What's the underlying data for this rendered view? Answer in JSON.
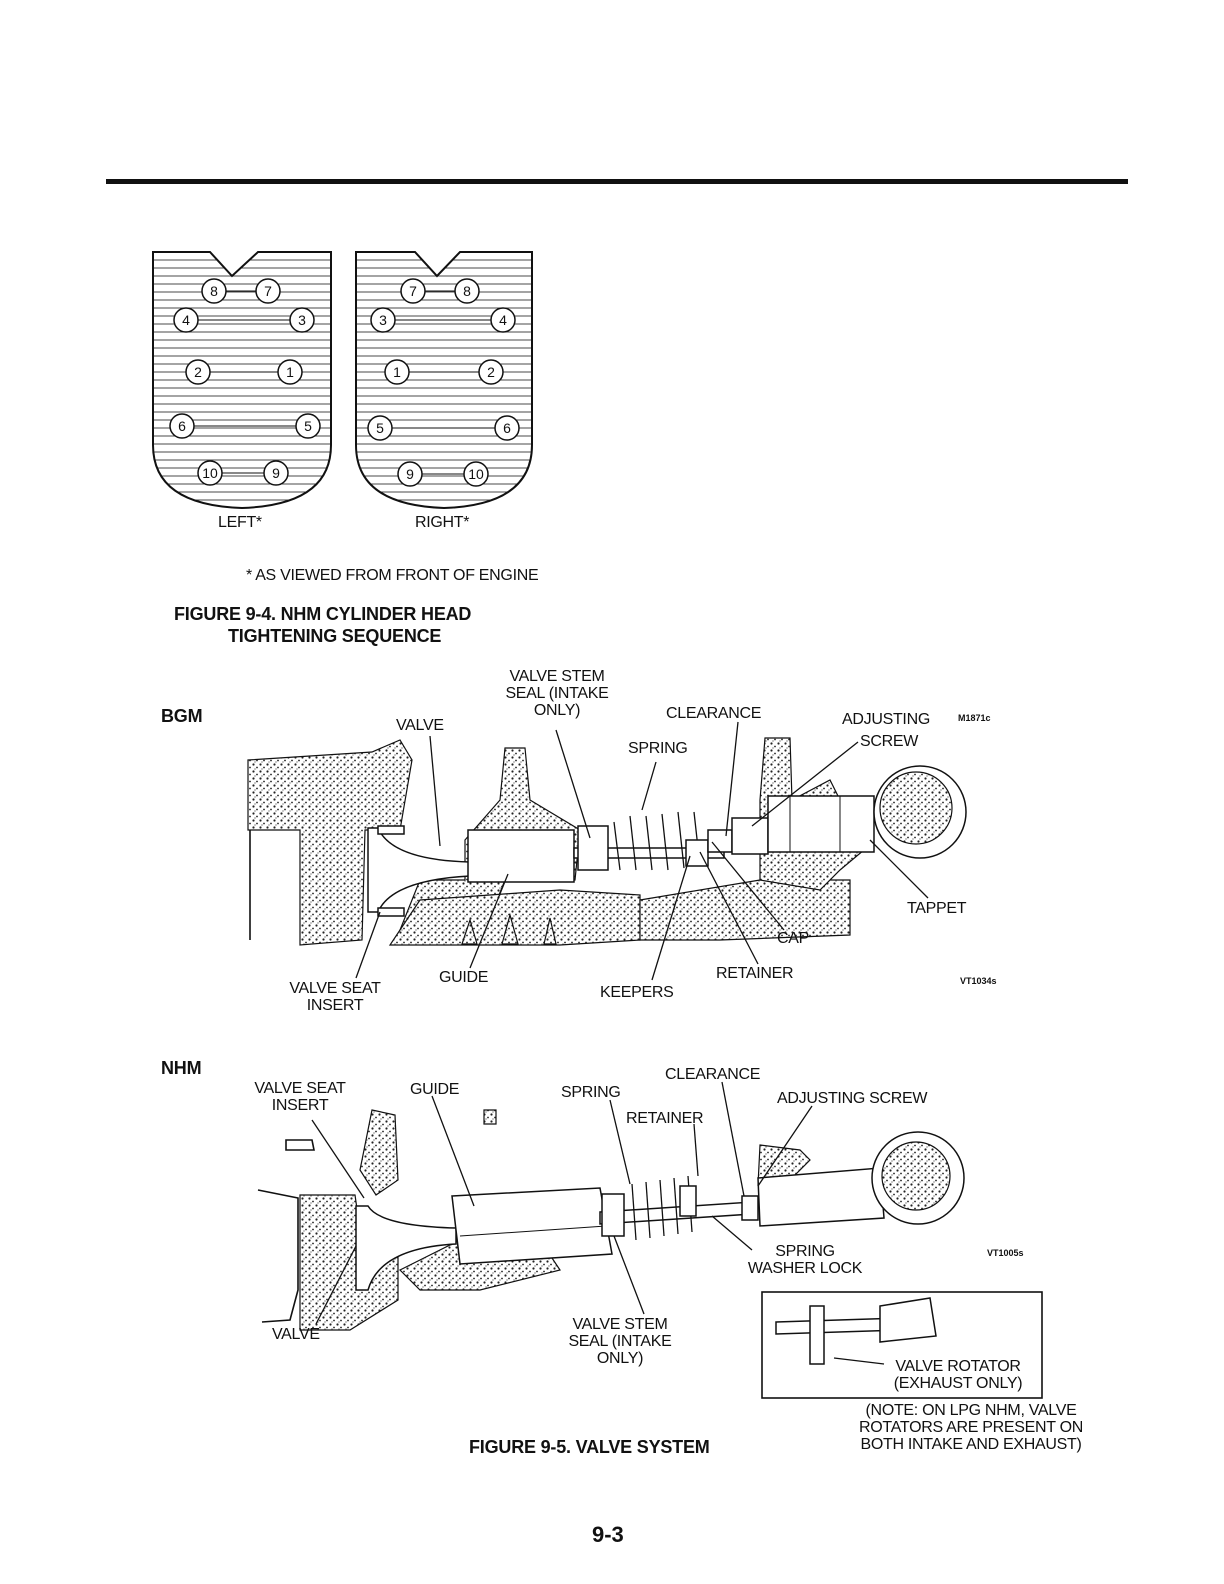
{
  "figure_9_4": {
    "left_label": "LEFT*",
    "right_label": "RIGHT*",
    "footnote": "* AS VIEWED FROM FRONT OF ENGINE",
    "caption_line1": "FIGURE 9-4.  NHM CYLINDER HEAD",
    "caption_line2": "TIGHTENING SEQUENCE",
    "left_bolts": [
      "8",
      "7",
      "4",
      "3",
      "2",
      "1",
      "6",
      "5",
      "10",
      "9"
    ],
    "right_bolts": [
      "7",
      "8",
      "3",
      "4",
      "1",
      "2",
      "5",
      "6",
      "9",
      "10"
    ]
  },
  "bgm": {
    "heading": "BGM",
    "code_top": "M1871c",
    "code_bottom": "VT1034s",
    "labels": {
      "valve": "VALVE",
      "valve_stem_seal_1": "VALVE STEM",
      "valve_stem_seal_2": "SEAL (INTAKE",
      "valve_stem_seal_3": "ONLY)",
      "spring": "SPRING",
      "clearance": "CLEARANCE",
      "adjusting_1": "ADJUSTING",
      "adjusting_2": "SCREW",
      "tappet": "TAPPET",
      "cap": "CAP",
      "retainer": "RETAINER",
      "keepers": "KEEPERS",
      "guide": "GUIDE",
      "valve_seat_1": "VALVE SEAT",
      "valve_seat_2": "INSERT"
    }
  },
  "nhm": {
    "heading": "NHM",
    "code": "VT1005s",
    "labels": {
      "valve_seat_1": "VALVE SEAT",
      "valve_seat_2": "INSERT",
      "guide": "GUIDE",
      "spring": "SPRING",
      "retainer": "RETAINER",
      "clearance": "CLEARANCE",
      "adjusting_screw": "ADJUSTING SCREW",
      "spring_washer_1": "SPRING",
      "spring_washer_2": "WASHER LOCK",
      "valve": "VALVE",
      "valve_stem_seal_1": "VALVE STEM",
      "valve_stem_seal_2": "SEAL (INTAKE",
      "valve_stem_seal_3": "ONLY)",
      "valve_rotator_1": "VALVE ROTATOR",
      "valve_rotator_2": "(EXHAUST ONLY)"
    },
    "note_1": "(NOTE: ON LPG NHM, VALVE",
    "note_2": "ROTATORS ARE PRESENT ON",
    "note_3": "BOTH INTAKE AND EXHAUST)"
  },
  "figure_9_5_caption": "FIGURE 9-5.  VALVE SYSTEM",
  "page_number": "9-3"
}
